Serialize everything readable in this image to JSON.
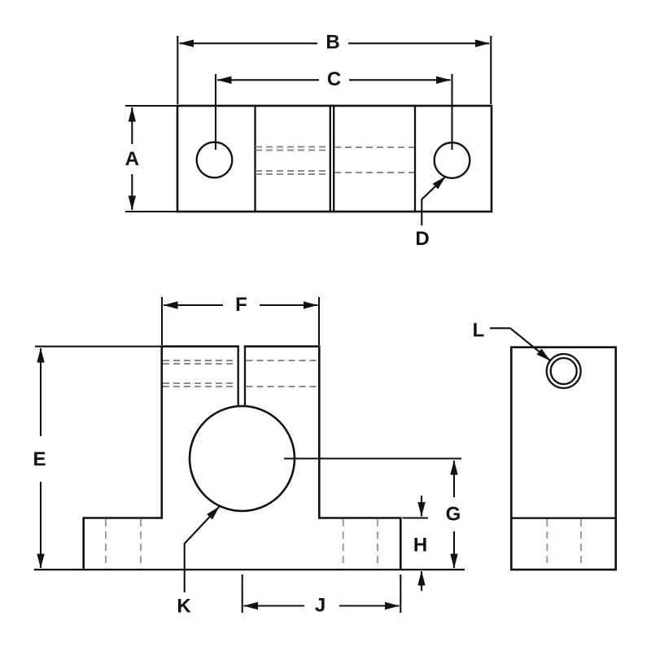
{
  "colors": {
    "line": "#111111",
    "hidden_line": "#8c8c8c",
    "background": "#ffffff"
  },
  "labels": {
    "A": "A",
    "B": "B",
    "C": "C",
    "D": "D",
    "E": "E",
    "F": "F",
    "G": "G",
    "H": "H",
    "J": "J",
    "K": "K",
    "L": "L"
  }
}
